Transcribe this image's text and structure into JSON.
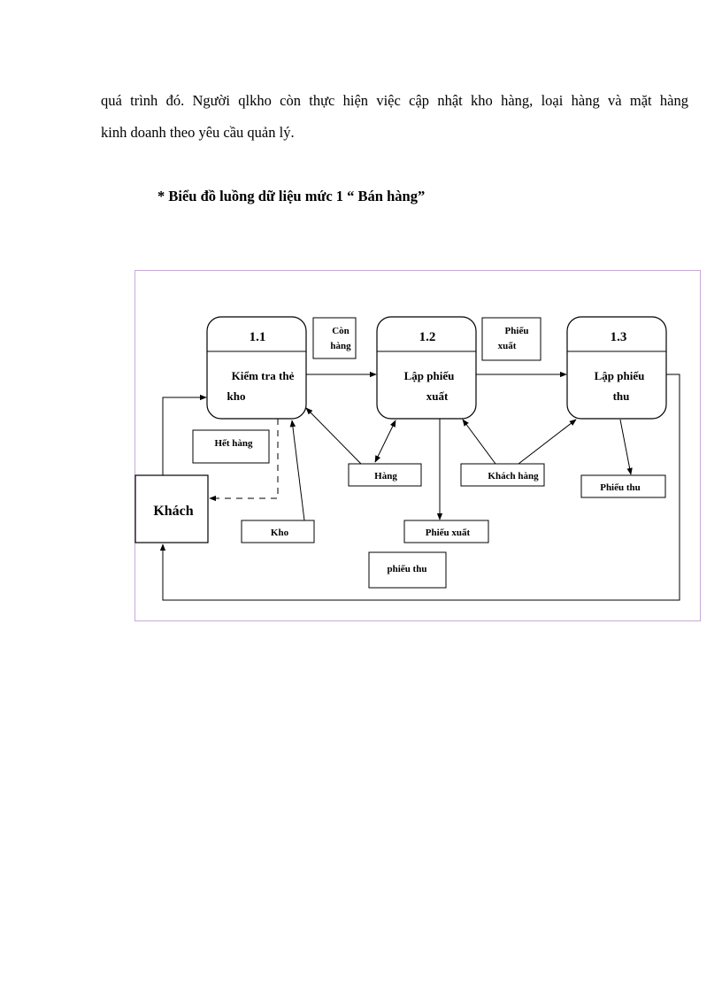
{
  "paragraph": {
    "line1": "quá trình đó. Người qlkho còn thực hiện việc cập nhật kho hàng, loại hàng và mặt hàng",
    "line2": "kinh doanh theo yêu cầu quản lý."
  },
  "heading": "* Biểu đồ luồng dữ liệu mức 1 “ Bán hàng”",
  "diagram": {
    "processes": [
      {
        "id": "1.1",
        "line1": "Kiểm tra thẻ",
        "line2": "kho"
      },
      {
        "id": "1.2",
        "line1": "Lập phiếu",
        "line2": "xuất"
      },
      {
        "id": "1.3",
        "line1": "Lập phiếu",
        "line2": "thu"
      }
    ],
    "entity": "Khách",
    "flows": {
      "con_hang_1": "Còn",
      "con_hang_2": "hàng",
      "phieu_xuat_1": "Phiếu",
      "phieu_xuat_2": "xuất",
      "het_hang": "Hết hàng"
    },
    "stores": {
      "kho": "Kho",
      "hang": "Hàng",
      "khach_hang": "Khách hàng",
      "phieu_thu": "Phiếu thu",
      "phieu_xuat": "Phiếu xuất",
      "phieu_thu_lower": "phiếu thu"
    }
  }
}
